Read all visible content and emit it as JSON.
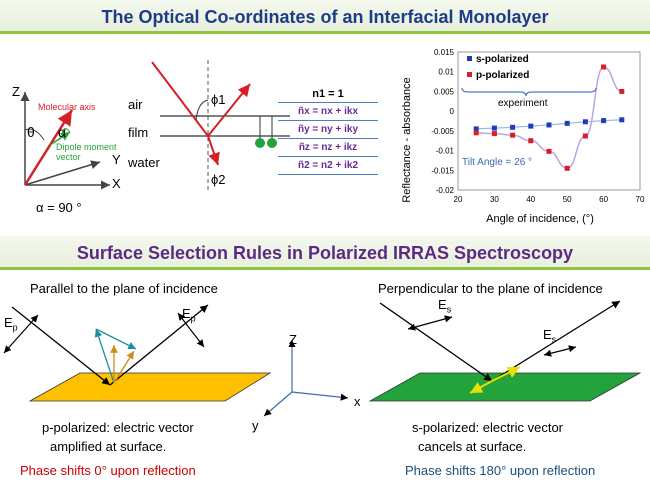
{
  "top": {
    "title": "The Optical Co-ordinates of an Interfacial Monolayer",
    "axes": {
      "z": "Z",
      "y": "Y",
      "x": "X"
    },
    "mol_axis": "Molecular axis",
    "theta": "θ",
    "alpha_sym": "α",
    "dipole": "Dipole moment",
    "vector": "vector",
    "alpha_val": "α = 90 °",
    "layers": {
      "air": "air",
      "film": "film",
      "water": "water"
    },
    "phi1": "ϕ1",
    "phi2": "ϕ2",
    "n1": "n1 = 1",
    "n_eqs": [
      "ñx = nx + ikx",
      "ñy = ny + iky",
      "ñz = nz + ikz",
      "ñ2 = n2 + ik2"
    ]
  },
  "chart_data": {
    "type": "scatter",
    "xlabel": "Angle of incidence, (°)",
    "ylabel": "Reflectance - absorbance",
    "xlim": [
      20,
      70
    ],
    "ylim": [
      -0.02,
      0.015
    ],
    "xticks": [
      20,
      30,
      40,
      50,
      60,
      70
    ],
    "yticks": [
      "0.015",
      "0.01",
      "0.005",
      "0",
      "-0.005",
      "-0.01",
      "-0.015",
      "-0.02"
    ],
    "legend": [
      "s-polarized",
      "p-polarized"
    ],
    "series": [
      {
        "name": "s-polarized",
        "color": "#1f3cbd",
        "x": [
          25,
          30,
          35,
          40,
          45,
          50,
          55,
          60,
          65
        ],
        "y": [
          -0.0045,
          -0.0043,
          -0.0041,
          -0.0038,
          -0.0035,
          -0.0031,
          -0.0027,
          -0.0024,
          -0.0022
        ]
      },
      {
        "name": "p-polarized",
        "color": "#d61f26",
        "x": [
          25,
          30,
          35,
          40,
          45,
          50,
          55,
          60,
          65
        ],
        "y": [
          -0.0055,
          -0.0057,
          -0.0061,
          -0.0075,
          -0.0102,
          -0.0145,
          -0.0063,
          0.0112,
          0.005
        ]
      }
    ],
    "annotations": {
      "experiment": "experiment",
      "tilt": "Tilt Angle = 26 °"
    }
  },
  "bottom": {
    "title": "Surface Selection Rules in Polarized IRRAS Spectroscopy",
    "left_heading": "Parallel to the plane of incidence",
    "right_heading": "Perpendicular to the plane of incidence",
    "ep": "E",
    "ep_sub": "p",
    "es": "E",
    "es_sub": "s",
    "z": "Z",
    "x": "x",
    "y": "y",
    "left_text1": "p-polarized: electric vector",
    "left_text2": "amplified at surface.",
    "right_text1": "s-polarized: electric vector",
    "right_text2": "cancels at surface.",
    "left_phase": "Phase shifts 0° upon reflection",
    "right_phase": "Phase shifts 180° upon reflection",
    "colors": {
      "gold": "#ffc000",
      "green": "#22a33b",
      "red": "#cc0000",
      "teal": "#1a4f7a"
    }
  }
}
